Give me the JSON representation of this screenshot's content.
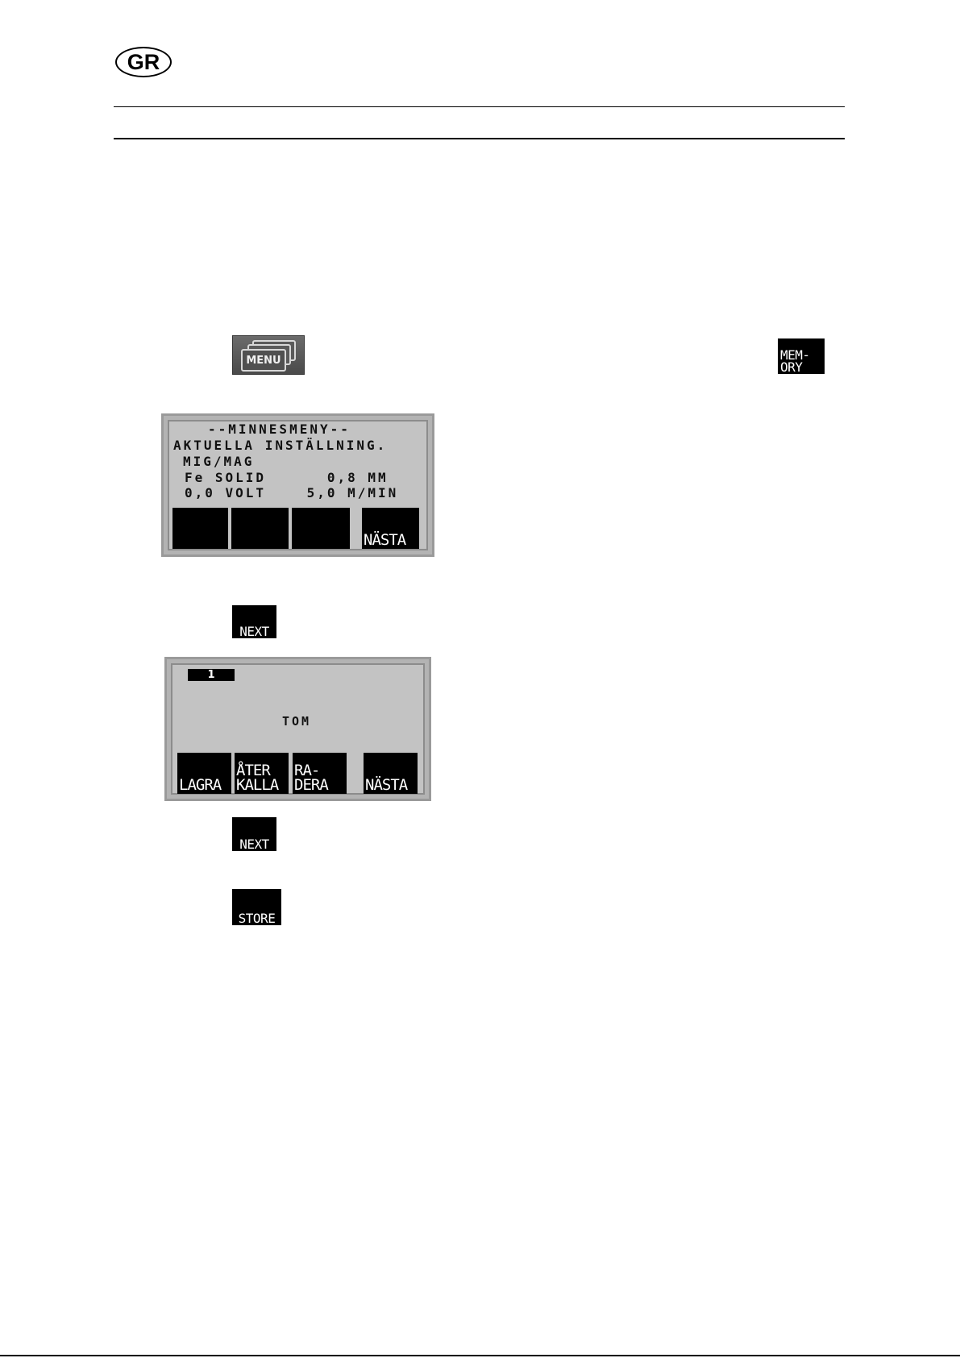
{
  "header": {
    "country_badge": "GR"
  },
  "keys": {
    "memory": [
      "MEM-",
      "ORY"
    ],
    "menu": "MENU",
    "next": "NEXT",
    "store": "STORE"
  },
  "memory_menu_screen": {
    "lines": [
      "--MINNESMENY--",
      "AKTUELLA INSTÄLLNING.",
      "MIG/MAG",
      "Fe SOLID      0,8 MM",
      "0,0 VOLT    5,0 M/MIN"
    ],
    "softkeys": [
      "",
      "",
      "",
      "NÄSTA"
    ]
  },
  "slot_screen": {
    "slot_number": "1",
    "status": "TOM",
    "softkeys": [
      [
        "LAGRA"
      ],
      [
        "ÅTER",
        "KALLA"
      ],
      [
        "RA-",
        "DERA"
      ],
      [
        "NÄSTA"
      ]
    ]
  }
}
